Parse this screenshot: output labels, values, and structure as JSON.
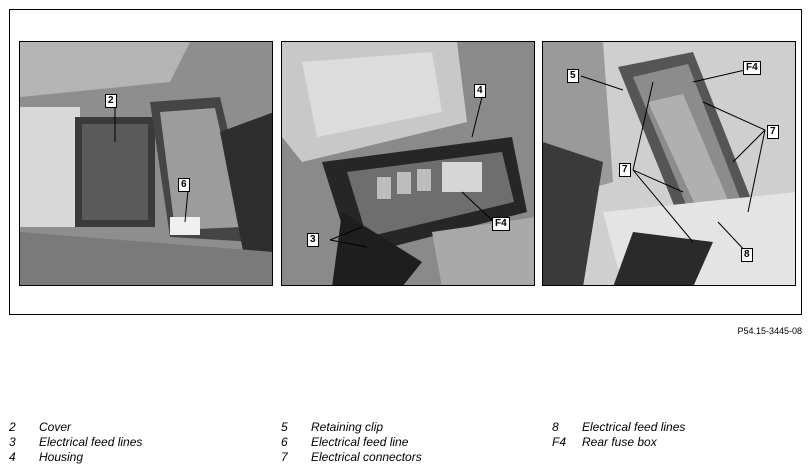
{
  "figure": {
    "photo1_labels": [
      "2",
      "6"
    ],
    "photo2_labels": [
      "4",
      "3",
      "F4"
    ],
    "photo3_labels": [
      "5",
      "F4",
      "7",
      "7",
      "8"
    ],
    "reference_code": "P54.15-3445-08"
  },
  "legend": {
    "col1": [
      {
        "key": "2",
        "text": "Cover"
      },
      {
        "key": "3",
        "text": "Electrical feed lines"
      },
      {
        "key": "4",
        "text": "Housing"
      }
    ],
    "col2": [
      {
        "key": "5",
        "text": "Retaining clip"
      },
      {
        "key": "6",
        "text": "Electrical feed line"
      },
      {
        "key": "7",
        "text": "Electrical connectors"
      }
    ],
    "col3": [
      {
        "key": "8",
        "text": "Electrical feed lines"
      },
      {
        "key": "F4",
        "text": "Rear fuse box"
      }
    ]
  }
}
